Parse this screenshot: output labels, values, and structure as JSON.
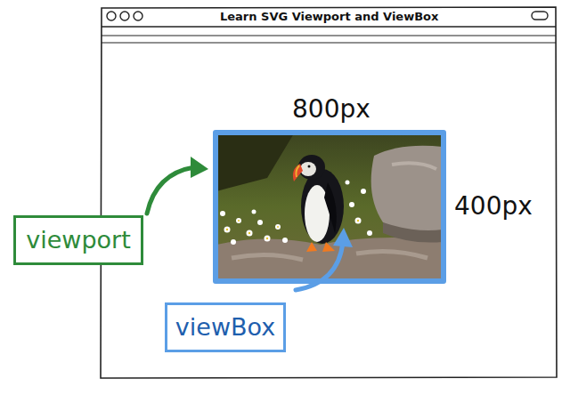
{
  "diagram": {
    "title": "Learn SVG Viewport and ViewBox",
    "nodes": [
      {
        "text": [
          "viewport"
        ]
      },
      {
        "text": [
          "viewBox"
        ]
      }
    ],
    "labels": [
      "800px",
      "400px"
    ]
  }
}
